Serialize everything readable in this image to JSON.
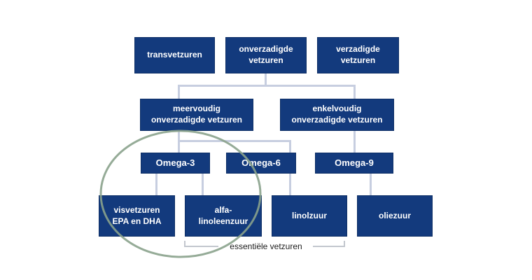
{
  "colors": {
    "canvas_bg": "#ffffff",
    "node_fill": "#133a7d",
    "node_border": "#0e2f66",
    "node_text": "#ffffff",
    "connector": "#c7cee0",
    "bracket": "#c3c7ce",
    "bracket_text": "#1c1c1c",
    "highlight_circle": "#8aa28c"
  },
  "nodes": {
    "transvetzuren": {
      "label": "transvetzuren"
    },
    "onverzadigde": {
      "label": "onverzadigde\nvetzuren"
    },
    "verzadigde": {
      "label": "verzadigde\nvetzuren"
    },
    "meervoudig": {
      "label": "meervoudig\nonverzadigde vetzuren"
    },
    "enkelvoudig": {
      "label": "enkelvoudig\nonverzadigde vetzuren"
    },
    "omega3": {
      "label": "Omega-3"
    },
    "omega6": {
      "label": "Omega-6"
    },
    "omega9": {
      "label": "Omega-9"
    },
    "visvetzuren": {
      "label": "visvetzuren\nEPA en DHA"
    },
    "alfa_linoleenzuur": {
      "label": "alfa-\nlinoleenzuur"
    },
    "linolzuur": {
      "label": "linolzuur"
    },
    "oliezuur": {
      "label": "oliezuur"
    }
  },
  "bracket": {
    "label": "essentiële vetzuren"
  }
}
